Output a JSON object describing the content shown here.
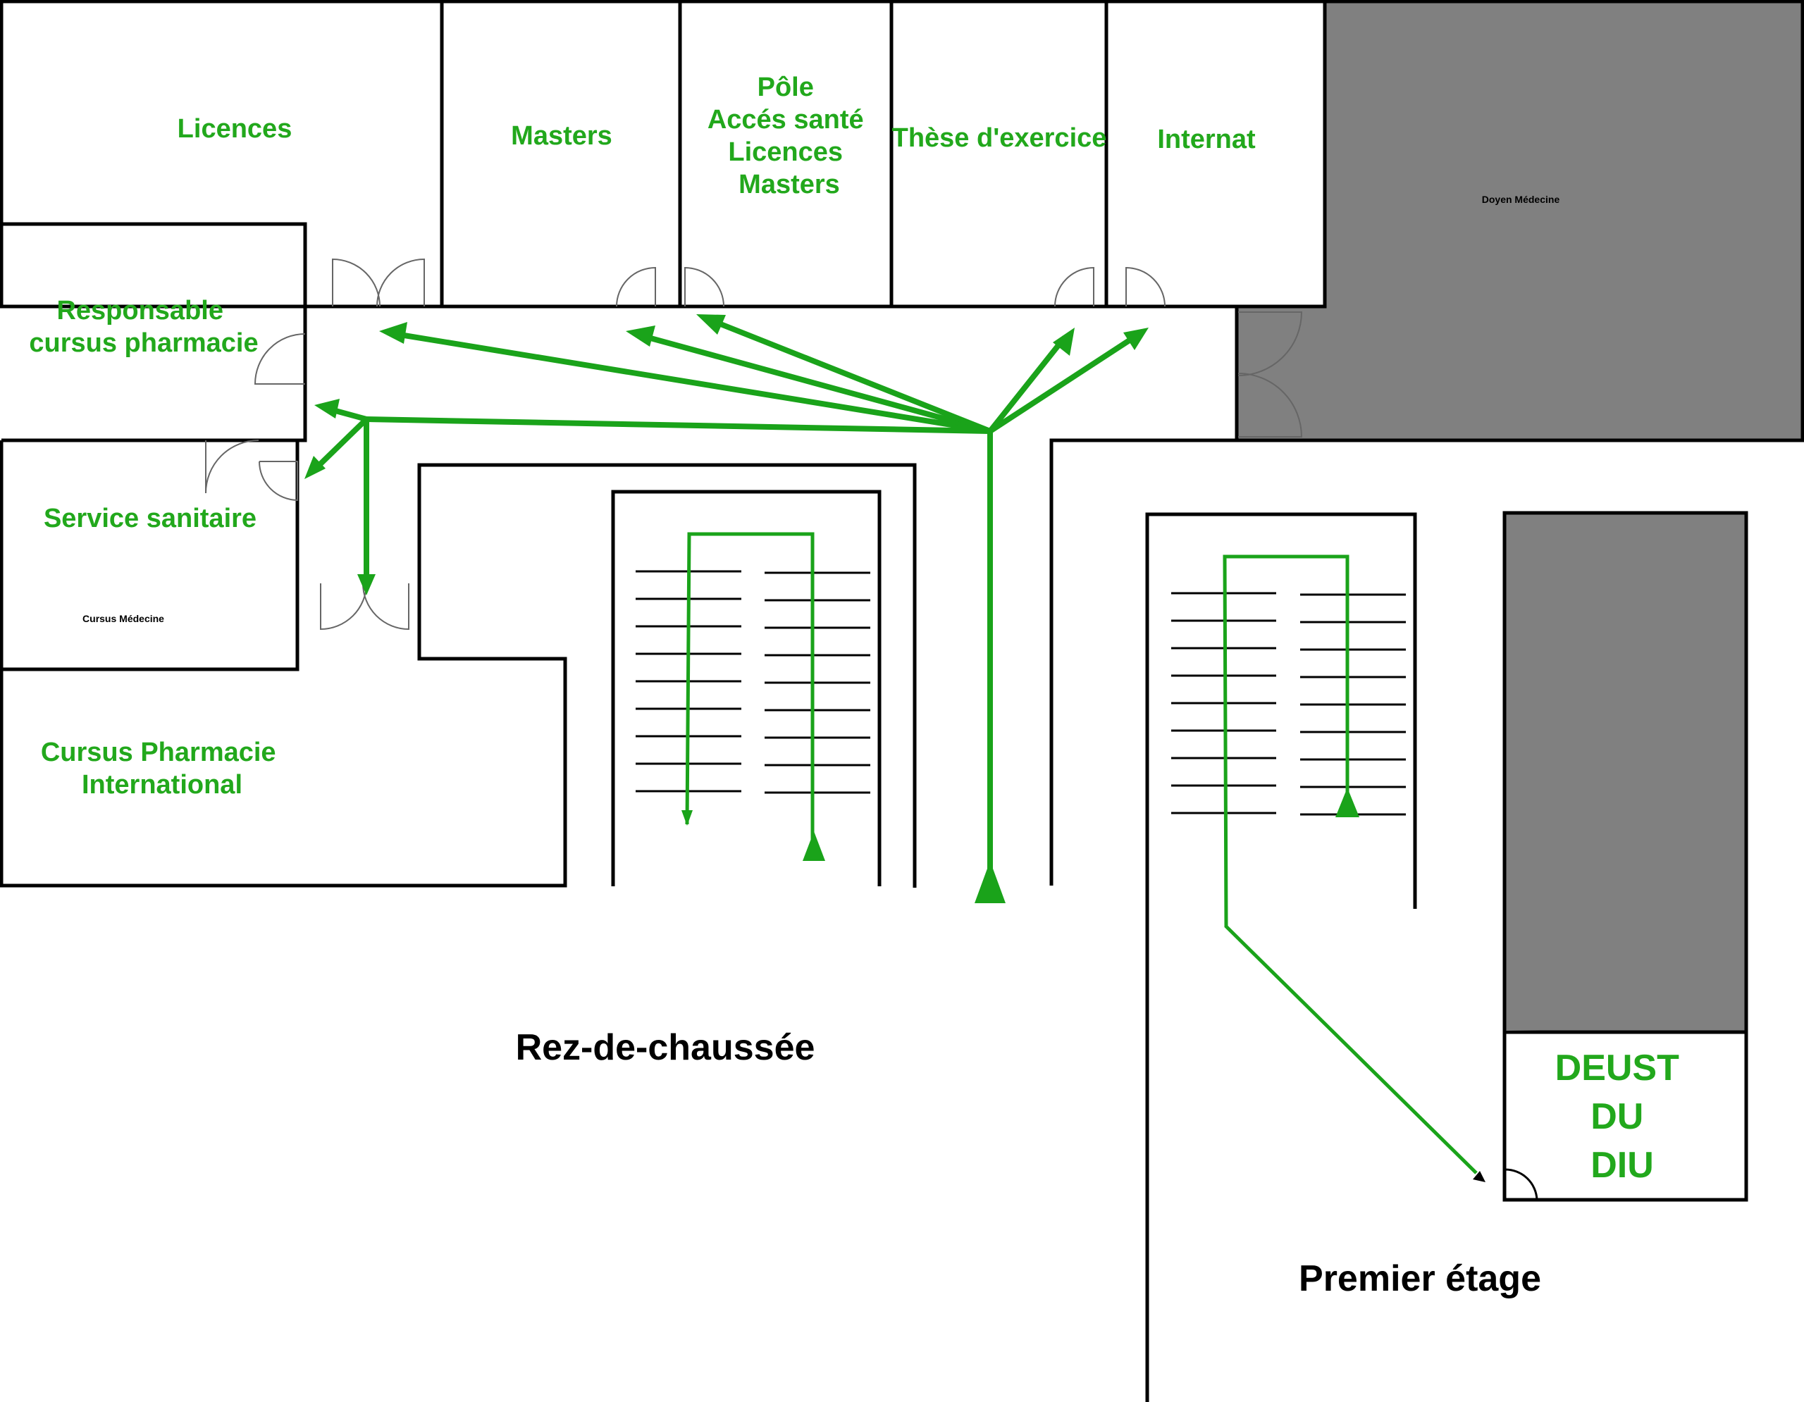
{
  "rooms": {
    "licences": [
      "Licences"
    ],
    "masters": [
      "Masters"
    ],
    "pole": [
      "Pôle",
      "Accés santé",
      "Licences",
      "Masters"
    ],
    "these": [
      "Thèse d'exercice"
    ],
    "internat": [
      "Internat"
    ],
    "responsable": [
      "Responsable",
      "cursus pharmacie"
    ],
    "sanitaire": [
      "Service sanitaire"
    ],
    "cursus_pharmacie_international": [
      "Cursus Pharmacie",
      "International"
    ],
    "deust": [
      "DEUST",
      "DU",
      "DIU"
    ]
  },
  "small_labels": {
    "doyen": "Doyen Médecine",
    "cursus_medecine": "Cursus Médecine"
  },
  "floors": {
    "ground": "Rez-de-chaussée",
    "first": "Premier étage"
  },
  "colors": {
    "route": "#1aa31a",
    "label": "#22a81c",
    "restricted_area": "#808080"
  }
}
